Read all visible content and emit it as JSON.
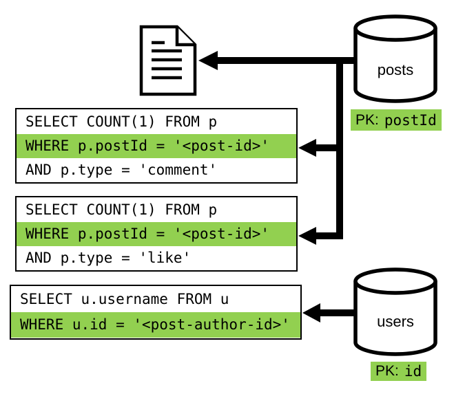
{
  "colors": {
    "background": "#ffffff",
    "highlight_green": "#92d050",
    "stroke_black": "#000000"
  },
  "icons": {
    "document": "document-icon",
    "posts_database": "database-cylinder-icon",
    "users_database": "database-cylinder-icon"
  },
  "databases": {
    "posts": {
      "label": "posts",
      "pk_label": "PK:",
      "pk_value": "postId"
    },
    "users": {
      "label": "users",
      "pk_label": "PK:",
      "pk_value": "id"
    }
  },
  "queries": [
    {
      "id": "comment-count",
      "lines": [
        {
          "text": "SELECT COUNT(1) FROM p",
          "highlighted": false
        },
        {
          "text": "WHERE p.postId = '<post-id>'",
          "highlighted": true
        },
        {
          "text": "AND p.type = 'comment'",
          "highlighted": false
        }
      ]
    },
    {
      "id": "like-count",
      "lines": [
        {
          "text": "SELECT COUNT(1) FROM p",
          "highlighted": false
        },
        {
          "text": "WHERE p.postId = '<post-id>'",
          "highlighted": true
        },
        {
          "text": "AND p.type = 'like'",
          "highlighted": false
        }
      ]
    },
    {
      "id": "author-username",
      "lines": [
        {
          "text": "SELECT u.username FROM u",
          "highlighted": false
        },
        {
          "text": "WHERE u.id = '<post-author-id>'",
          "highlighted": true
        }
      ]
    }
  ],
  "connections": [
    {
      "from": "posts",
      "to": "document"
    },
    {
      "from": "posts",
      "to": "comment-count-query"
    },
    {
      "from": "posts",
      "to": "like-count-query"
    },
    {
      "from": "users",
      "to": "author-username-query"
    }
  ]
}
